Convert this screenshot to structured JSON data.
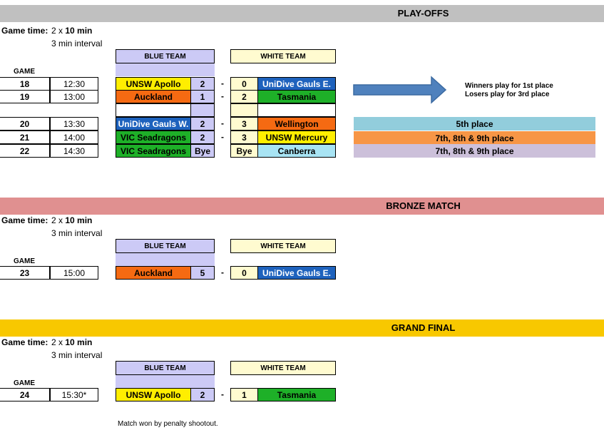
{
  "colors": {
    "playoffs_banner": "#c0c0c0",
    "bronze_banner": "#e09090",
    "final_banner": "#f8c800",
    "blue_header": "#cccaf6",
    "white_header": "#fffbd0",
    "unsw_apollo": "#ffee00",
    "auckland": "#f56a12",
    "unidive_gauls_e": "#1e62bd",
    "tasmania": "#1eb028",
    "unidive_gauls_w": "#1e62bd",
    "wellington": "#f56a12",
    "vic_seadragons": "#1eb028",
    "unsw_mercury": "#ffee00",
    "canberra": "#a8e4f4",
    "bye": "#cccaf6",
    "score_blue": "#cccaf6",
    "score_white": "#fffbd0",
    "place_5th": "#92cddc",
    "place_7th_a": "#f79646",
    "place_7th_b": "#ccc0da",
    "arrow": "#4f81bd"
  },
  "playoffs": {
    "title": "PLAY-OFFS",
    "game_time_label": "Game time:",
    "game_time_prefix": "2 x ",
    "game_time_value": "10 min",
    "interval": "3 min interval",
    "game_header": "GAME",
    "blue_team_header": "BLUE TEAM",
    "white_team_header": "WHITE TEAM",
    "dash": "-",
    "games": [
      {
        "num": "18",
        "time": "12:30",
        "blue": "UNSW Apollo",
        "blue_score": "2",
        "white_score": "0",
        "white": "UniDive Gauls E."
      },
      {
        "num": "19",
        "time": "13:00",
        "blue": "Auckland",
        "blue_score": "1",
        "white_score": "2",
        "white": "Tasmania"
      },
      {
        "num": "20",
        "time": "13:30",
        "blue": "UniDive Gauls W.",
        "blue_score": "2",
        "white_score": "3",
        "white": "Wellington"
      },
      {
        "num": "21",
        "time": "14:00",
        "blue": "VIC Seadragons",
        "blue_score": "2",
        "white_score": "3",
        "white": "UNSW Mercury"
      },
      {
        "num": "22",
        "time": "14:30",
        "blue": "VIC Seadragons",
        "blue_score": "Bye",
        "white_score": "Bye",
        "white": "Canberra"
      }
    ],
    "winners_note": "Winners play for 1st place",
    "losers_note": "Losers play for 3rd place",
    "places": [
      "5th place",
      "7th, 8th & 9th place",
      "7th, 8th & 9th place"
    ]
  },
  "bronze": {
    "title": "BRONZE MATCH",
    "game_time_label": "Game time:",
    "game_time_prefix": "2 x ",
    "game_time_value": "10 min",
    "interval": "3 min interval",
    "game_header": "GAME",
    "blue_team_header": "BLUE TEAM",
    "white_team_header": "WHITE TEAM",
    "dash": "-",
    "game": {
      "num": "23",
      "time": "15:00",
      "blue": "Auckland",
      "blue_score": "5",
      "white_score": "0",
      "white": "UniDive Gauls E."
    }
  },
  "final": {
    "title": "GRAND FINAL",
    "game_time_label": "Game time:",
    "game_time_prefix": "2 x ",
    "game_time_value": "10 min",
    "interval": "3 min interval",
    "game_header": "GAME",
    "blue_team_header": "BLUE TEAM",
    "white_team_header": "WHITE TEAM",
    "dash": "-",
    "game": {
      "num": "24",
      "time": "15:30*",
      "blue": "UNSW Apollo",
      "blue_score": "2",
      "white_score": "1",
      "white": "Tasmania"
    },
    "footnote": "Match won by penalty shootout."
  }
}
